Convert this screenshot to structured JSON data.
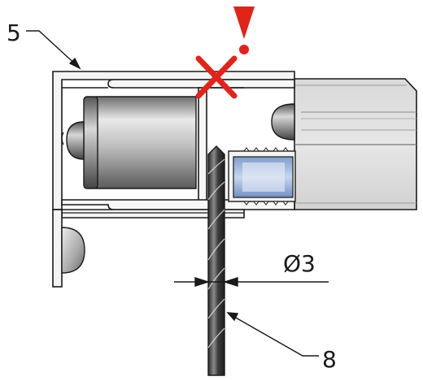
{
  "callouts": {
    "part_5": "5",
    "part_8": "8"
  },
  "dimension": {
    "symbol": "Ø",
    "value": "3"
  },
  "markers": {
    "warning_mark": "!"
  },
  "colors": {
    "warning_red": "#e2231a",
    "outline": "#1a1a1a",
    "aluminium_light": "#e4e4e4",
    "aluminium_mid": "#bdbdbd",
    "insert_blue": "#9fb6d9"
  }
}
